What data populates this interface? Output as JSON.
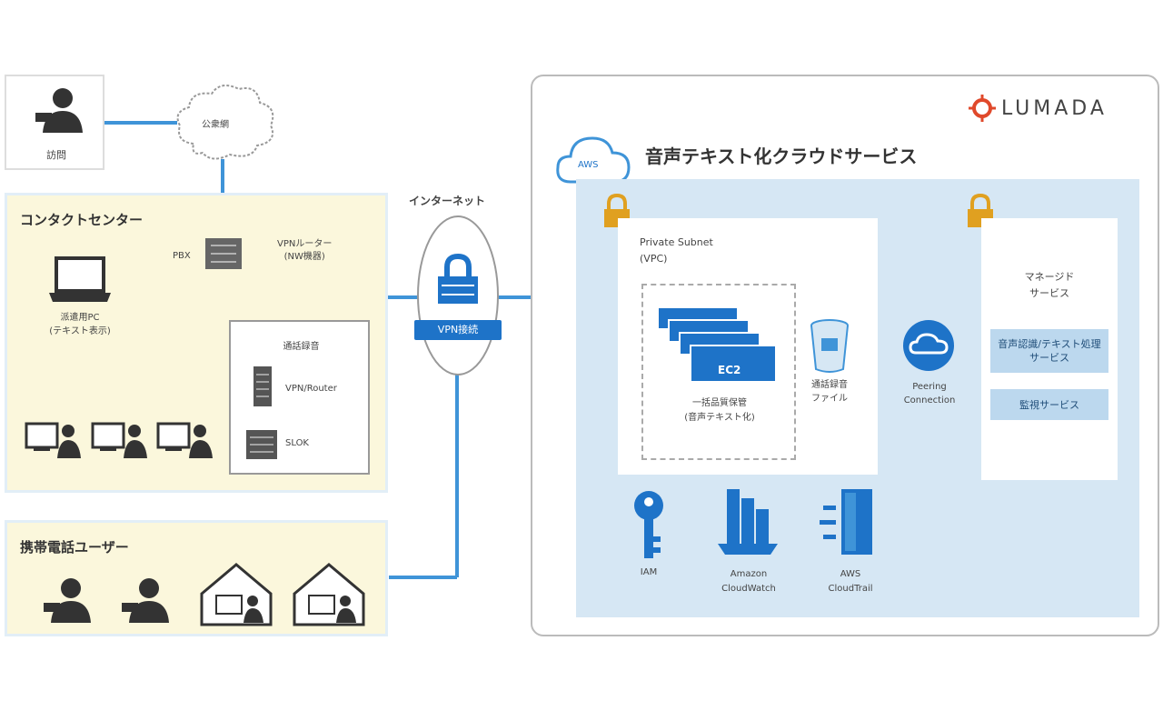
{
  "external_user": {
    "label": "訪問"
  },
  "public_network": {
    "label": "公衆網"
  },
  "contact_center": {
    "title": "コンタクトセンター",
    "pbx_label": "PBX",
    "vpn_router_label": "VPNルーター\n(NW機器)",
    "operator_pc_label": "派遣用PC\n(テキスト表示)",
    "relay_server": {
      "title": "通話録音",
      "server1": "VPN/Router",
      "server2": "SLOK"
    }
  },
  "mobile_users": {
    "title": "携帯電話ユーザー"
  },
  "internet": {
    "title": "インターネット",
    "vpn_label": "VPN接続"
  },
  "lumada": {
    "brand": "LUMADA"
  },
  "cloud_service": {
    "title": "音声テキスト化クラウドサービス",
    "cloud_badge": "AWS",
    "subnet": {
      "title": "Private Subnet\n(VPC)",
      "ec2_label": "EC2",
      "group_label": "一括品質保管\n(音声テキスト化)"
    },
    "storage_label": "通話録音\nファイル",
    "peering_label": "Peering\nConnection",
    "managed": {
      "title": "マネージド\nサービス",
      "service1": "音声認識/テキスト処理\nサービス",
      "service2": "監視サービス"
    },
    "icons": {
      "iam": "IAM",
      "cloudwatch": "Amazon\nCloudWatch",
      "cloudtrail": "AWS\nCloudTrail"
    }
  },
  "colors": {
    "accent": "#1e73c8",
    "line": "#3f94d8",
    "yellow_bg": "#fbf7dc",
    "yellow_border": "#e2eef7",
    "cloud_bg": "#d6e7f4"
  }
}
